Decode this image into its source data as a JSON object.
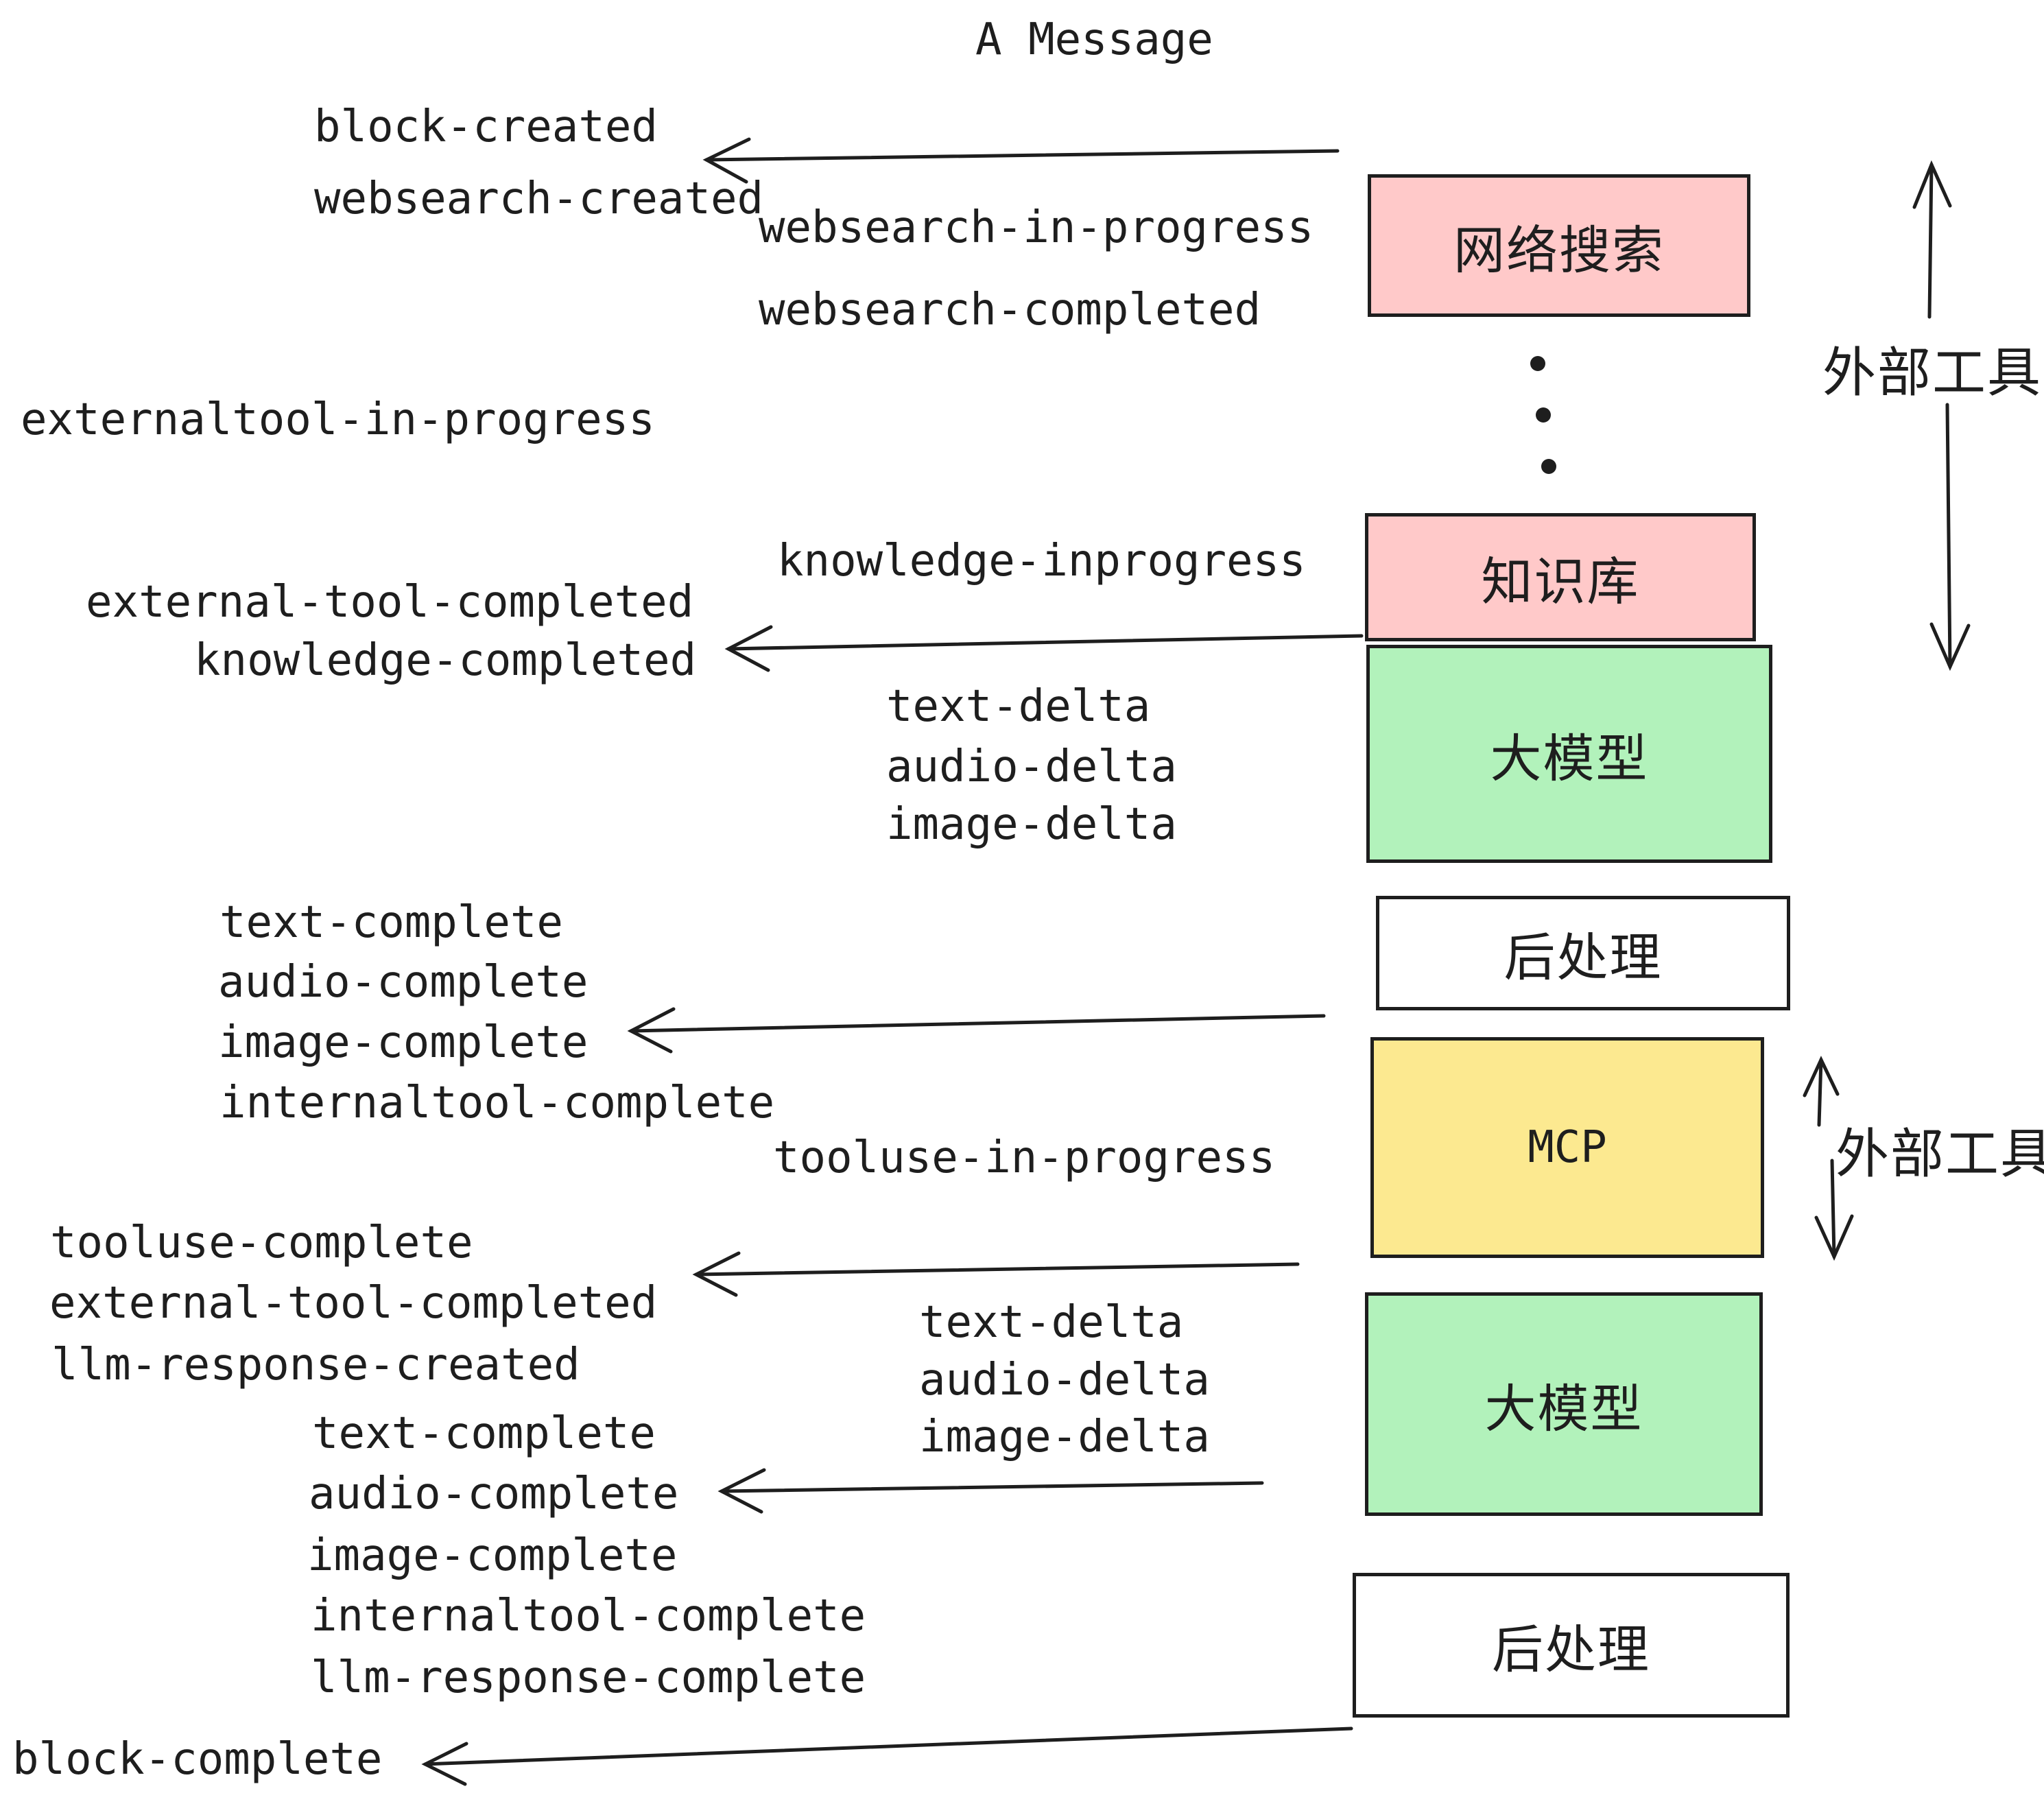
{
  "title": "A Message",
  "colors": {
    "stroke": "#1e1e1e",
    "pink": "#ffc9c9",
    "green": "#b2f2bb",
    "yellow": "#fce990",
    "white": "#ffffff",
    "background": "#ffffff"
  },
  "boxes": [
    {
      "id": "websearch",
      "label": "网络搜索",
      "color": "pink"
    },
    {
      "id": "knowledge",
      "label": "知识库",
      "color": "pink"
    },
    {
      "id": "llm-1",
      "label": "大模型",
      "color": "green"
    },
    {
      "id": "postprocess-1",
      "label": "后处理",
      "color": "white"
    },
    {
      "id": "mcp",
      "label": "MCP",
      "color": "yellow"
    },
    {
      "id": "llm-2",
      "label": "大模型",
      "color": "green"
    },
    {
      "id": "postprocess-2",
      "label": "后处理",
      "color": "white"
    }
  ],
  "side_labels": [
    {
      "text": "外部工具"
    },
    {
      "text": "外部工具"
    }
  ],
  "events": [
    {
      "text": "block-created"
    },
    {
      "text": "websearch-created"
    },
    {
      "text": "websearch-in-progress"
    },
    {
      "text": "websearch-completed"
    },
    {
      "text": "externaltool-in-progress"
    },
    {
      "text": "knowledge-inprogress"
    },
    {
      "text": "external-tool-completed"
    },
    {
      "text": "knowledge-completed"
    },
    {
      "text": "text-delta"
    },
    {
      "text": "audio-delta"
    },
    {
      "text": "image-delta"
    },
    {
      "text": "text-complete"
    },
    {
      "text": "audio-complete"
    },
    {
      "text": "image-complete"
    },
    {
      "text": "internaltool-complete"
    },
    {
      "text": "tooluse-in-progress"
    },
    {
      "text": "tooluse-complete"
    },
    {
      "text": "external-tool-completed"
    },
    {
      "text": "llm-response-created"
    },
    {
      "text": "text-delta"
    },
    {
      "text": "audio-delta"
    },
    {
      "text": "image-delta"
    },
    {
      "text": "text-complete"
    },
    {
      "text": "audio-complete"
    },
    {
      "text": "image-complete"
    },
    {
      "text": "internaltool-complete"
    },
    {
      "text": "llm-response-complete"
    },
    {
      "text": "block-complete"
    }
  ],
  "ellipsis_dot_count": 3
}
